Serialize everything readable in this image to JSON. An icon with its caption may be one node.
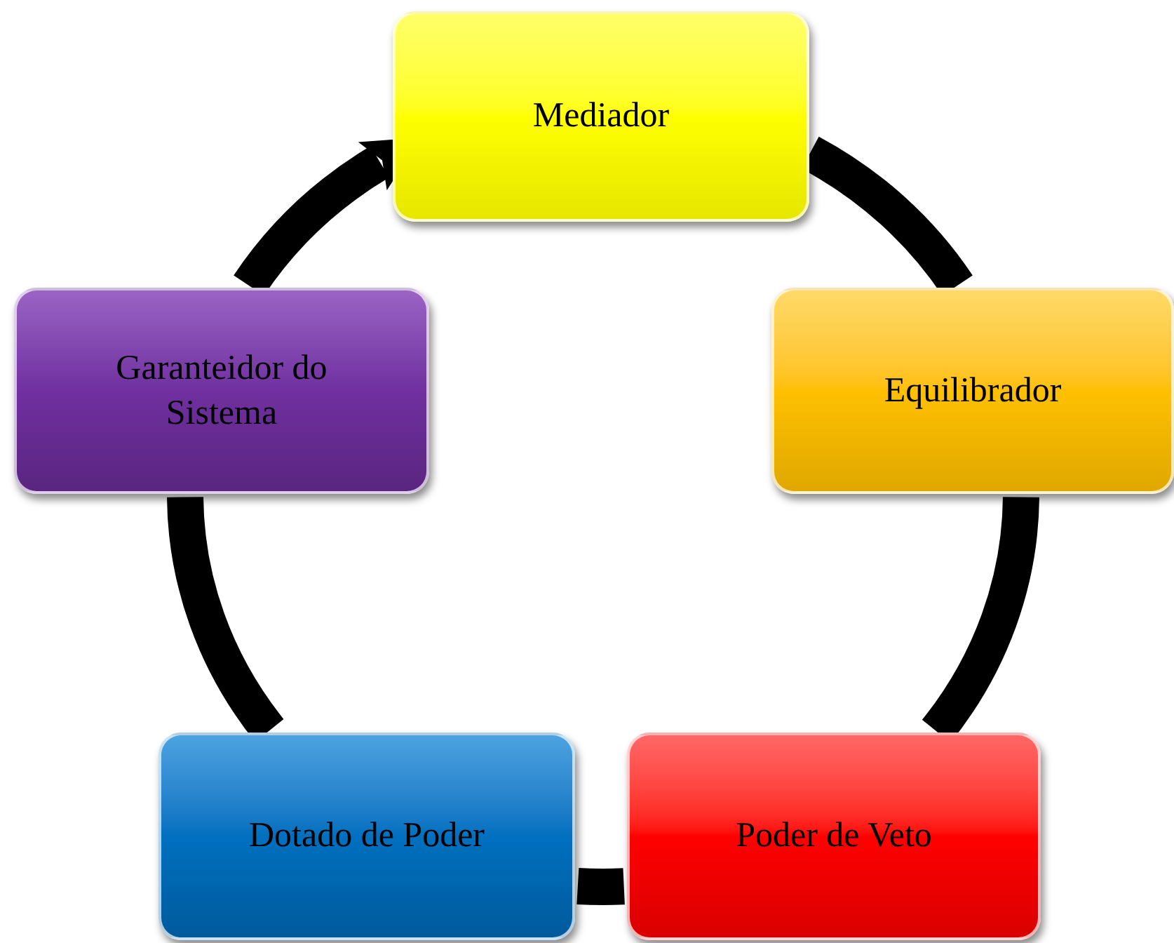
{
  "diagram": {
    "nodes": [
      {
        "text": [
          "Mediador"
        ]
      },
      {
        "text": [
          "Equilibrador"
        ]
      },
      {
        "text": [
          "Poder de Veto"
        ]
      },
      {
        "text": [
          "Dotado de Poder"
        ]
      },
      {
        "text": [
          "Garanteidor do Sistema"
        ]
      }
    ],
    "edges": [
      {
        "from": 0,
        "to": 1,
        "arrow": "none"
      },
      {
        "from": 1,
        "to": 2,
        "arrow": "none"
      },
      {
        "from": 2,
        "to": 3,
        "arrow": "none"
      },
      {
        "from": 3,
        "to": 4,
        "arrow": "none"
      },
      {
        "from": 4,
        "to": 0,
        "arrow": "to"
      }
    ]
  }
}
